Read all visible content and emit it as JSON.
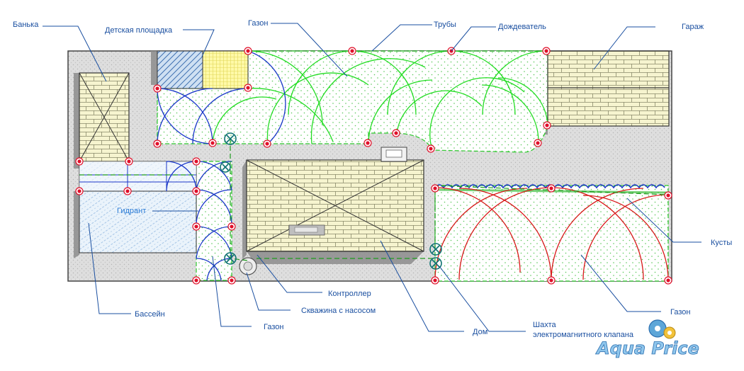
{
  "labels": {
    "banka": "Банька",
    "playground": "Детская площадка",
    "lawn_top": "Газон",
    "pipes": "Трубы",
    "sprinkler": "Дождеватель",
    "garage": "Гараж",
    "bushes": "Кусты",
    "hydrant": "Гидрант",
    "controller": "Контроллер",
    "pool": "Бассейн",
    "well": "Скважина с насосом",
    "lawn_left": "Газон",
    "house": "Дом",
    "valve_shaft_1": "Шахта",
    "valve_shaft_2": "электромагнитного клапана",
    "lawn_right": "Газон"
  },
  "logo": {
    "text": "Aqua Price"
  },
  "colors": {
    "paving": "#dcdcdc",
    "brick": "#f6f4cf",
    "lawn_dots": "#48c848",
    "zone_green": "#22dd22",
    "zone_blue": "#1836c8",
    "zone_red": "#d81818",
    "sprinkler_marker": "#e0102a",
    "valve_marker": "#0e7272",
    "leader": "#1a4fa0"
  }
}
